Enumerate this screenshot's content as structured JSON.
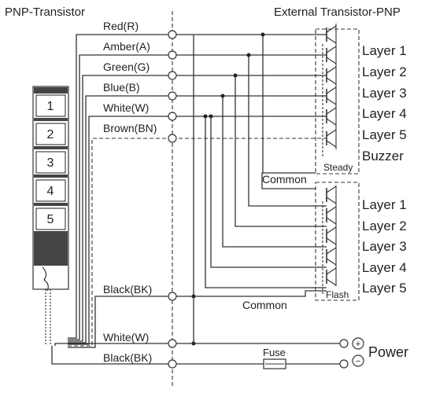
{
  "headers": {
    "left": "PNP-Transistor",
    "right": "External Transistor-PNP"
  },
  "wires": {
    "red": "Red(R)",
    "amber": "Amber(A)",
    "green": "Green(G)",
    "blue": "Blue(B)",
    "white": "White(W)",
    "brown": "Brown(BN)",
    "black": "Black(BK)",
    "power_white": "White(W)",
    "power_black": "Black(BK)"
  },
  "tower": {
    "tiers": [
      "1",
      "2",
      "3",
      "4",
      "5"
    ]
  },
  "steady_group": {
    "outputs": [
      "Layer 1",
      "Layer 2",
      "Layer 3",
      "Layer 4",
      "Layer 5",
      "Buzzer"
    ],
    "box_label": "Steady",
    "common_label": "Common"
  },
  "flash_group": {
    "outputs": [
      "Layer 1",
      "Layer 2",
      "Layer 3",
      "Layer 4",
      "Layer 5"
    ],
    "box_label": "Flash",
    "common_label": "Common"
  },
  "power": {
    "fuse_label": "Fuse",
    "label": "Power",
    "plus": "+",
    "minus": "−"
  }
}
